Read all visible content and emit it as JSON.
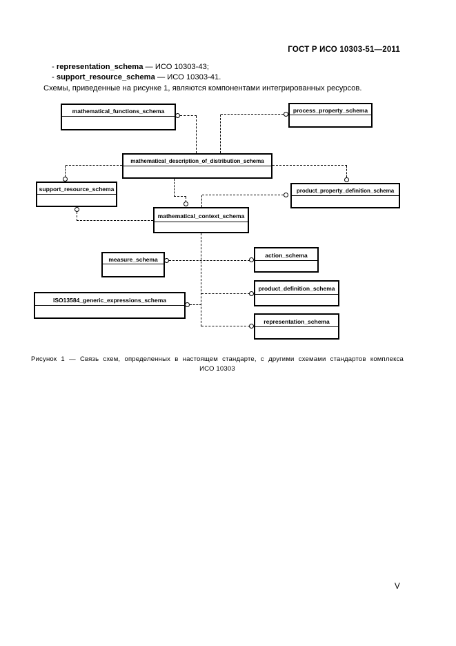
{
  "page": {
    "header": "ГОСТ Р ИСО 10303-51—2011",
    "page_number": "V"
  },
  "intro": {
    "lines": [
      {
        "prefix": "- ",
        "term": "representation_schema",
        "rest": " — ИСО 10303-43;"
      },
      {
        "prefix": "- ",
        "term": "support_resource_schema",
        "rest": " — ИСО 10303-41."
      }
    ],
    "paragraph": "Схемы, приведенные на рисунке 1, являются компонентами интегрированных ресурсов."
  },
  "figure": {
    "caption_line1": "Рисунок 1 — Связь схем, определенных в настоящем стандарте, с другими схемами стандартов комплекса",
    "caption_line2": "ИСО 10303",
    "schemas": [
      {
        "label": "mathematical_functions_schema"
      },
      {
        "label": "process_property_schema"
      },
      {
        "label": "mathematical_description_of_distribution_schema"
      },
      {
        "label": "support_resource_schema"
      },
      {
        "label": "product_property_definition_schema"
      },
      {
        "label": "mathematical_context_schema"
      },
      {
        "label": "measure_schema"
      },
      {
        "label": "action_schema"
      },
      {
        "label": "ISO13584_generic_expressions_schema"
      },
      {
        "label": "product_definition_schema"
      },
      {
        "label": "representation_schema"
      }
    ]
  },
  "colors": {
    "ink": "#000000",
    "paper": "#ffffff"
  }
}
